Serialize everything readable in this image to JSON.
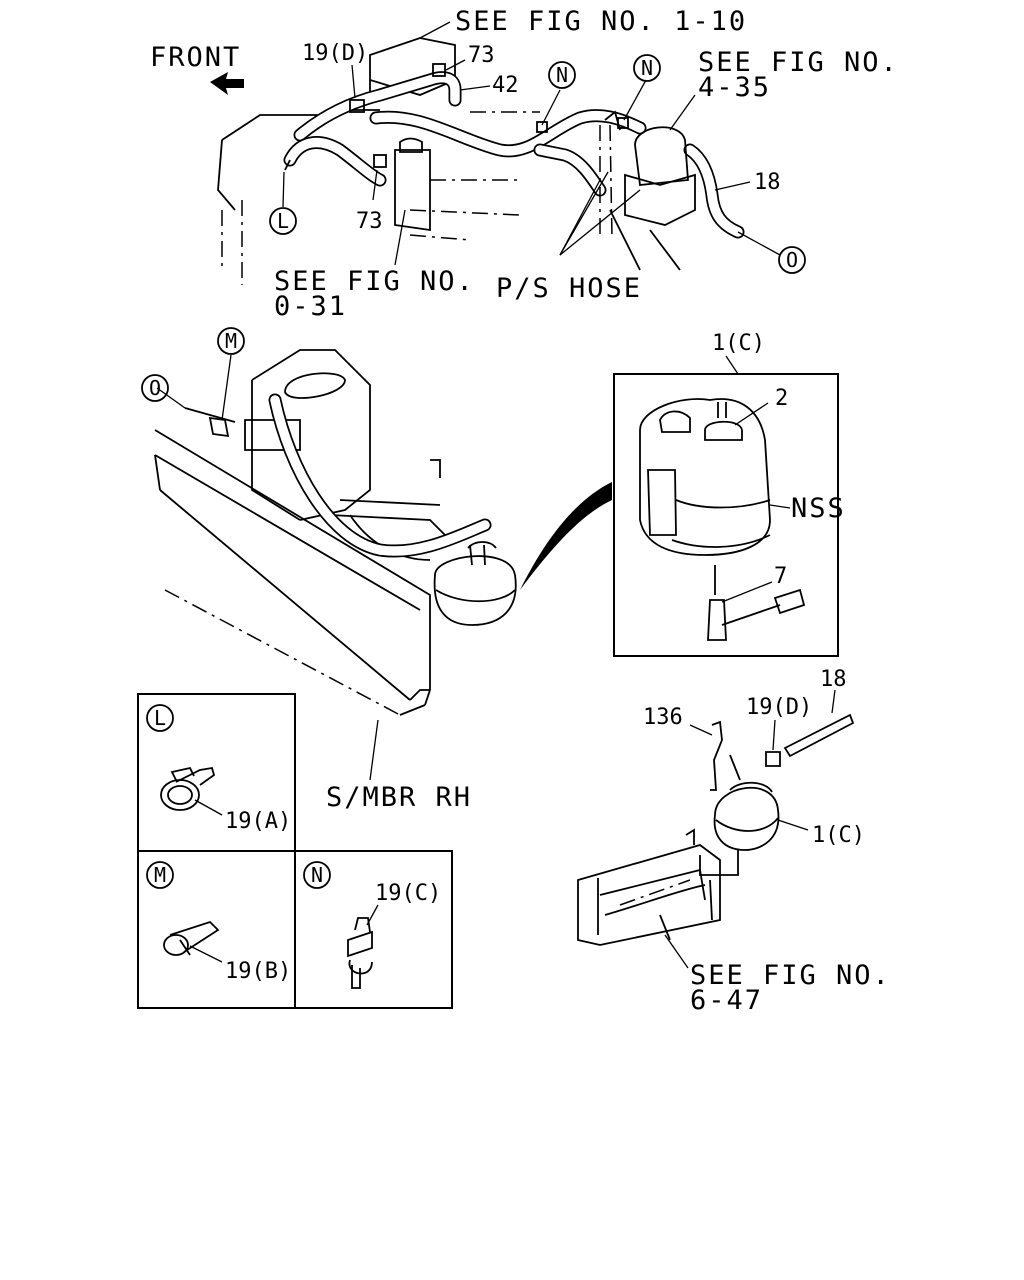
{
  "labels": {
    "front": "FRONT",
    "see_fig_1_10": "SEE FIG NO. 1-10",
    "see_fig_4_35_line1": "SEE FIG NO.",
    "see_fig_4_35_line2": "4-35",
    "see_fig_0_31_line1": "SEE FIG NO.",
    "see_fig_0_31_line2": "0-31",
    "ps_hose": "P/S HOSE",
    "smbr_rh": "S/MBR RH",
    "see_fig_6_47_line1": "SEE FIG NO.",
    "see_fig_6_47_line2": "6-47",
    "nss": "NSS"
  },
  "part_numbers": {
    "p19d_top": "19(D)",
    "p73_top": "73",
    "p42": "42",
    "p73_mid": "73",
    "p18_top": "18",
    "p1c_inset": "1(C)",
    "p2": "2",
    "p7": "7",
    "p18_low": "18",
    "p136": "136",
    "p19d_low": "19(D)",
    "p1c_low": "1(C)",
    "p19a": "19(A)",
    "p19b": "19(B)",
    "p19c": "19(C)"
  },
  "callouts": {
    "n1": "N",
    "n2": "N",
    "l_top": "L",
    "o_top": "O",
    "m_mid": "M",
    "o_mid": "O",
    "l_detail": "L",
    "m_detail": "M",
    "n_detail": "N"
  }
}
